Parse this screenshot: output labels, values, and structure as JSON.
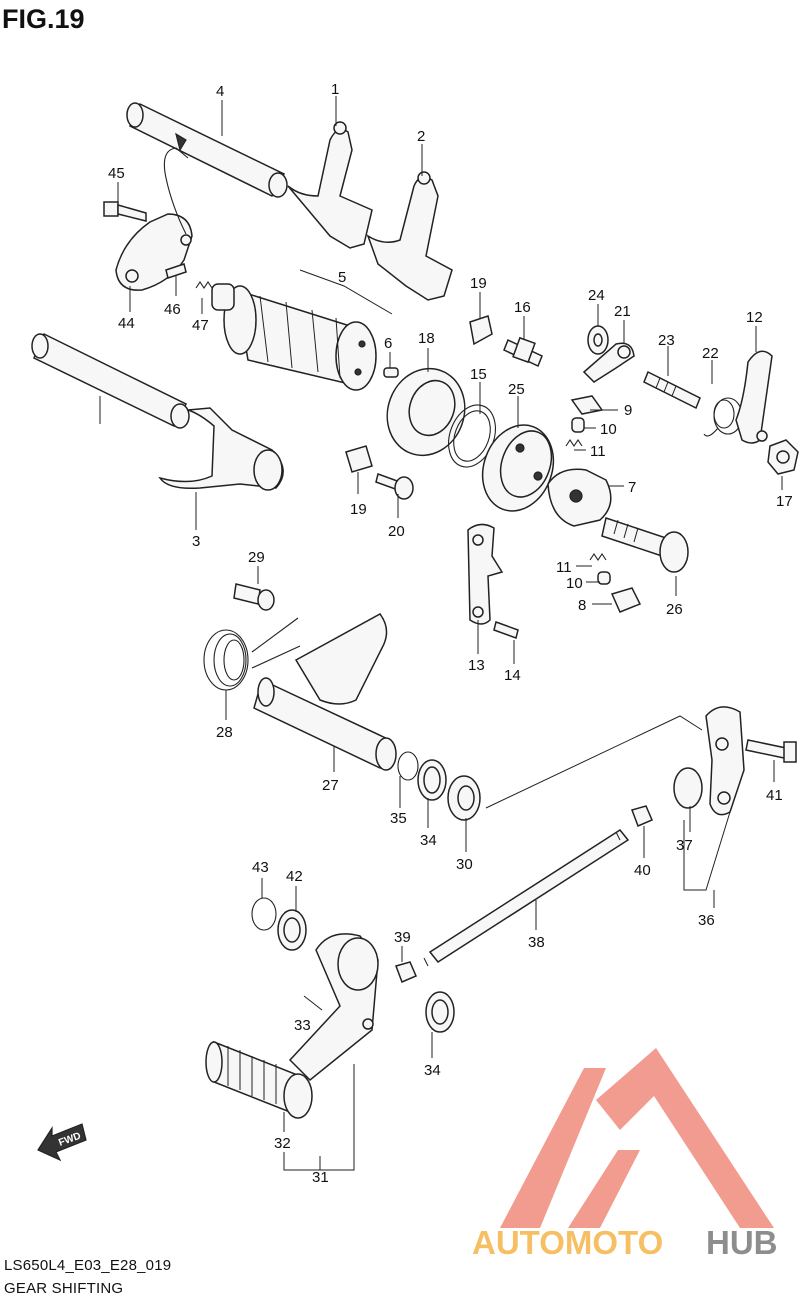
{
  "figure": {
    "title": "FIG.19"
  },
  "footer": {
    "code": "LS650L4_E03_E28_019",
    "caption": "GEAR SHIFTING"
  },
  "direction_arrow": {
    "label": "FWD"
  },
  "watermark": {
    "brand_a": "AUTOMOTO",
    "brand_b": "HUB",
    "colors": {
      "primary": "#f08a7c",
      "secondary": "#f5b54a",
      "dark": "#7a7a7a"
    }
  },
  "callouts": [
    "4",
    "1",
    "2",
    "45",
    "5",
    "44",
    "46",
    "47",
    "6",
    "19",
    "16",
    "24",
    "21",
    "12",
    "18",
    "23",
    "22",
    "15",
    "25",
    "9",
    "10",
    "11",
    "3",
    "19",
    "20",
    "7",
    "17",
    "29",
    "11",
    "10",
    "8",
    "26",
    "13",
    "14",
    "28",
    "27",
    "35",
    "34",
    "30",
    "41",
    "37",
    "40",
    "36",
    "43",
    "42",
    "39",
    "38",
    "33",
    "34",
    "32",
    "31"
  ]
}
